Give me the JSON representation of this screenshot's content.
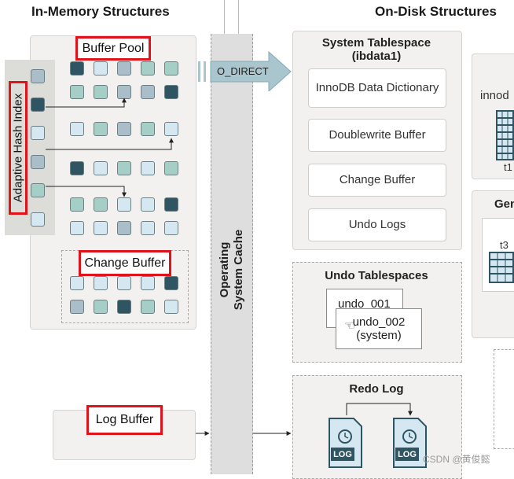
{
  "headers": {
    "in_memory": "In-Memory Structures",
    "on_disk": "On-Disk Structures"
  },
  "in_memory": {
    "buffer_pool": "Buffer Pool",
    "adaptive_hash_index": "Adaptive Hash Index",
    "change_buffer": "Change Buffer",
    "log_buffer": "Log Buffer"
  },
  "os_cache": {
    "line1": "Operating",
    "line2": "System Cache"
  },
  "o_direct": "O_DIRECT",
  "system_tablespace": {
    "title_line1": "System Tablespace",
    "title_line2": "(ibdata1)",
    "items": [
      "InnoDB Data Dictionary",
      "Doublewrite Buffer",
      "Change Buffer",
      "Undo Logs"
    ]
  },
  "undo_tablespaces": {
    "title": "Undo Tablespaces",
    "file1": "undo_001",
    "file2_line1": "undo_002",
    "file2_line2": "(system)"
  },
  "redo_log": {
    "title": "Redo Log",
    "icon_label": "LOG"
  },
  "right_partial": {
    "innodb": "innod",
    "t1": "t1",
    "gen": "Gen",
    "t3": "t3"
  },
  "watermark": "CSDN @黄俊懿",
  "colors": {
    "dark": "#2f5563",
    "teal": "#a5cfc6",
    "grey_blue": "#a9bec8",
    "light": "#d5e8f1",
    "highlight_red": "#e0131b",
    "arrow": "#a9c6cf"
  }
}
